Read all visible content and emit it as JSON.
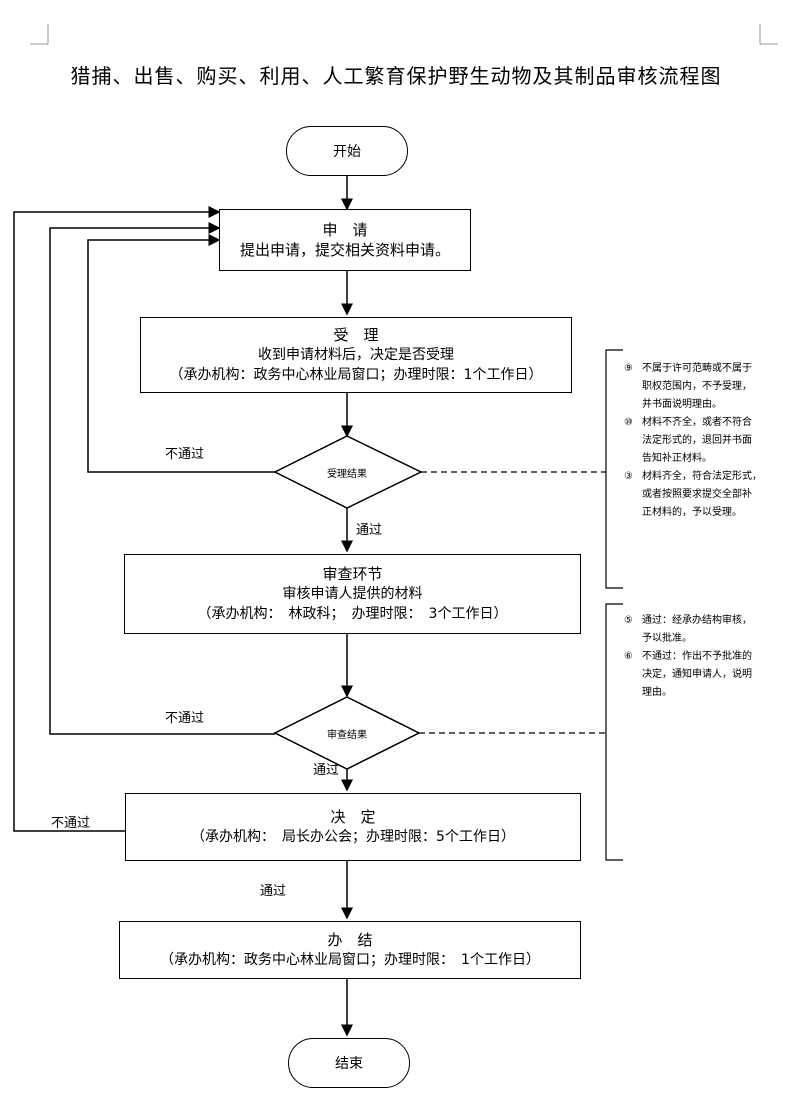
{
  "title": "猎捕、出售、购买、利用、人工繁育保护野生动物及其制品审核流程图",
  "start": "开始",
  "end": "结束",
  "apply": {
    "title": "申　请",
    "sub": "提出申请，提交相关资料申请。"
  },
  "accept": {
    "title": "受　理",
    "sub": "收到申请材料后，决定是否受理",
    "org": "（承办机构：政务中心林业局窗口；办理时限：1个工作日）"
  },
  "accept_result": "受理结果",
  "review": {
    "title": "审查环节",
    "sub": "审核申请人提供的材料",
    "org": "（承办机构：　林政科；　办理时限：　3个工作日）"
  },
  "review_result": "审查结果",
  "decide": {
    "title": "决　定",
    "org": "（承办机构：　局长办公会；办理时限：5个工作日）"
  },
  "finish": {
    "title": "办　结",
    "org": "（承办机构：政务中心林业局窗口；办理时限：　1个工作日）"
  },
  "labels": {
    "fail1": "不通过",
    "fail2": "不通过",
    "fail3": "不通过",
    "pass1": "通过",
    "pass2": "通过",
    "pass3": "通过"
  },
  "notes_accept": [
    {
      "n": "⑨",
      "text": "不属于许可范畴或不属于"
    },
    {
      "n": "",
      "text": "职权范围内，不予受理，"
    },
    {
      "n": "",
      "text": "并书面说明理由。"
    },
    {
      "n": "⑩",
      "text": "材料不齐全，或者不符合"
    },
    {
      "n": "",
      "text": "法定形式的，退回并书面"
    },
    {
      "n": "",
      "text": "告知补正材料。"
    },
    {
      "n": "③",
      "text": "材料齐全，符合法定形式，"
    },
    {
      "n": "",
      "text": "或者按照要求提交全部补"
    },
    {
      "n": "",
      "text": "正材料的，予以受理。"
    }
  ],
  "notes_review": [
    {
      "n": "⑤",
      "text": "通过：经承办结构审核，"
    },
    {
      "n": "",
      "text": "予以批准。"
    },
    {
      "n": "⑥",
      "text": "不通过：作出不予批准的"
    },
    {
      "n": "",
      "text": "决定，通知申请人，说明"
    },
    {
      "n": "",
      "text": "理由。"
    }
  ]
}
